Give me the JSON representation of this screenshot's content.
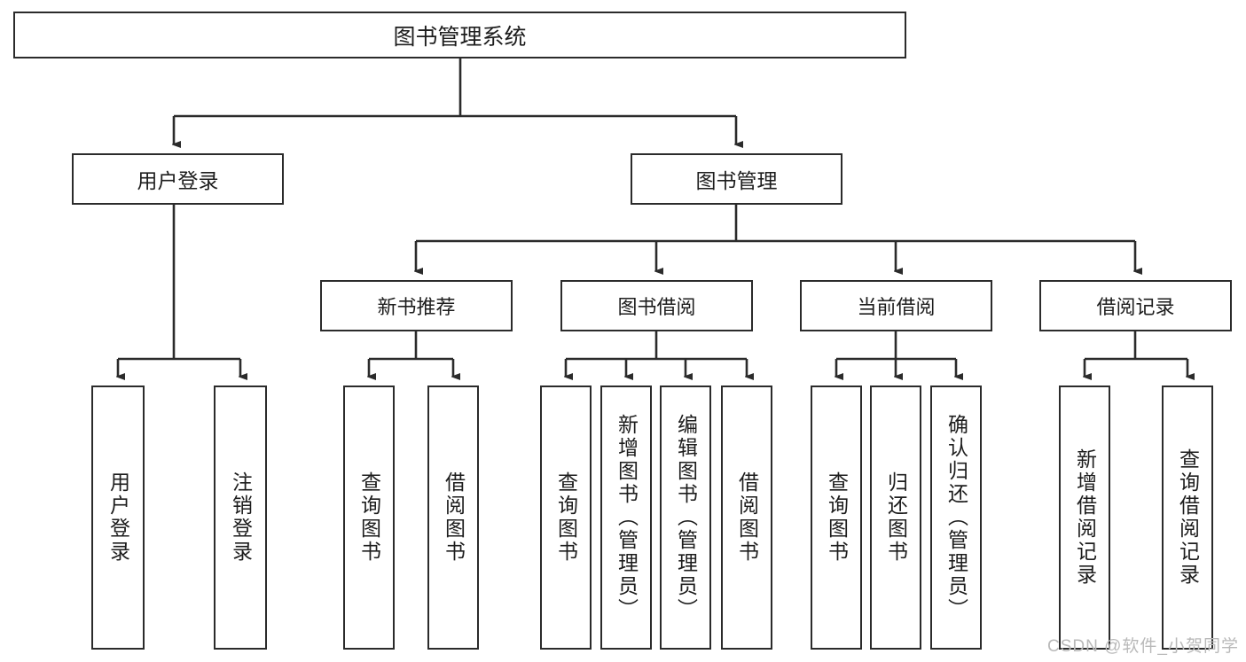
{
  "diagram": {
    "title": "图书管理系统",
    "type": "tree-hierarchy-chart",
    "watermark": "CSDN @软件_小贺同学",
    "root": {
      "id": "root",
      "label": "图书管理系统"
    },
    "level2": [
      {
        "id": "user-login",
        "label": "用户登录"
      },
      {
        "id": "book-manage",
        "label": "图书管理"
      }
    ],
    "level3": [
      {
        "id": "new-book-rec",
        "label": "新书推荐"
      },
      {
        "id": "book-borrow",
        "label": "图书借阅"
      },
      {
        "id": "current-borrow",
        "label": "当前借阅"
      },
      {
        "id": "borrow-record",
        "label": "借阅记录"
      }
    ],
    "leaves": {
      "user_login": [
        {
          "id": "leaf-user-login",
          "label": "用户登录"
        },
        {
          "id": "leaf-logout",
          "label": "注销登录"
        }
      ],
      "new_book_rec": [
        {
          "id": "leaf-query-book-1",
          "label": "查询图书"
        },
        {
          "id": "leaf-borrow-book-1",
          "label": "借阅图书"
        }
      ],
      "book_borrow": [
        {
          "id": "leaf-query-book-2",
          "label": "查询图书"
        },
        {
          "id": "leaf-add-book",
          "label": "新增图书（管理员）"
        },
        {
          "id": "leaf-edit-book",
          "label": "编辑图书（管理员）"
        },
        {
          "id": "leaf-borrow-book-2",
          "label": "借阅图书"
        }
      ],
      "current_borrow": [
        {
          "id": "leaf-query-book-3",
          "label": "查询图书"
        },
        {
          "id": "leaf-return-book",
          "label": "归还图书"
        },
        {
          "id": "leaf-confirm-return",
          "label": "确认归还（管理员）"
        }
      ],
      "borrow_record": [
        {
          "id": "leaf-add-record",
          "label": "新增借阅记录"
        },
        {
          "id": "leaf-query-record",
          "label": "查询借阅记录"
        }
      ]
    },
    "colors": {
      "stroke": "#2b2b2b",
      "text": "#1d1d1d",
      "background": "#ffffff",
      "watermark": "#b9b9b9"
    }
  }
}
